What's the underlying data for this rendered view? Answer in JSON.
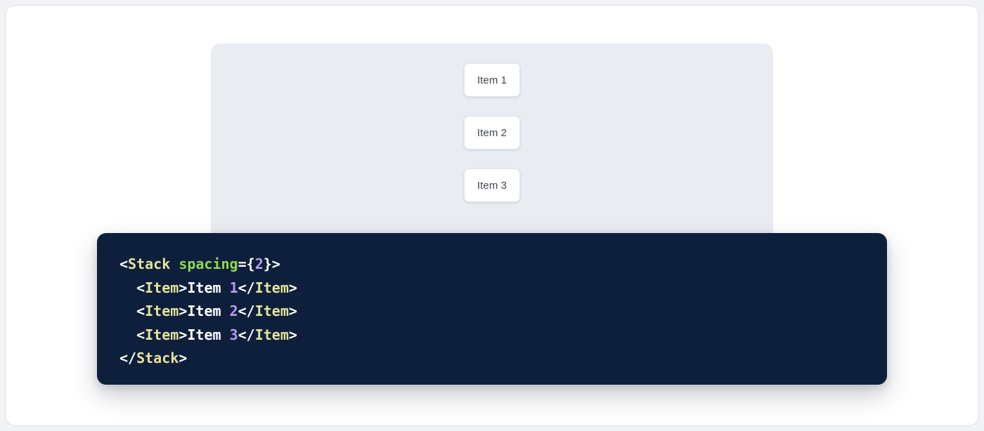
{
  "preview": {
    "panel_background": "#e9ecf1",
    "stack": {
      "component": "Stack",
      "spacing": 2,
      "items": [
        {
          "label": "Item 1"
        },
        {
          "label": "Item 2"
        },
        {
          "label": "Item 3"
        }
      ]
    }
  },
  "code": {
    "language": "jsx",
    "background": "#0e1f3c",
    "colors": {
      "punctuation": "#ffffff",
      "tag": "#e6e39b",
      "attribute": "#91d94e",
      "number": "#b49df0",
      "text": "#ffffff"
    },
    "lines": [
      {
        "id": "line-1",
        "tokens": [
          {
            "t": "<",
            "k": "punct"
          },
          {
            "t": "Stack",
            "k": "tag"
          },
          {
            "t": " ",
            "k": "punct"
          },
          {
            "t": "spacing",
            "k": "attr"
          },
          {
            "t": "=",
            "k": "punct"
          },
          {
            "t": "{",
            "k": "punct"
          },
          {
            "t": "2",
            "k": "num"
          },
          {
            "t": "}",
            "k": "punct"
          },
          {
            "t": ">",
            "k": "punct"
          }
        ]
      },
      {
        "id": "line-2",
        "tokens": [
          {
            "t": "  ",
            "k": "punct"
          },
          {
            "t": "<",
            "k": "punct"
          },
          {
            "t": "Item",
            "k": "tag"
          },
          {
            "t": ">",
            "k": "punct"
          },
          {
            "t": "Item ",
            "k": "text"
          },
          {
            "t": "1",
            "k": "num"
          },
          {
            "t": "</",
            "k": "punct"
          },
          {
            "t": "Item",
            "k": "tag"
          },
          {
            "t": ">",
            "k": "punct"
          }
        ]
      },
      {
        "id": "line-3",
        "tokens": [
          {
            "t": "  ",
            "k": "punct"
          },
          {
            "t": "<",
            "k": "punct"
          },
          {
            "t": "Item",
            "k": "tag"
          },
          {
            "t": ">",
            "k": "punct"
          },
          {
            "t": "Item ",
            "k": "text"
          },
          {
            "t": "2",
            "k": "num"
          },
          {
            "t": "</",
            "k": "punct"
          },
          {
            "t": "Item",
            "k": "tag"
          },
          {
            "t": ">",
            "k": "punct"
          }
        ]
      },
      {
        "id": "line-4",
        "tokens": [
          {
            "t": "  ",
            "k": "punct"
          },
          {
            "t": "<",
            "k": "punct"
          },
          {
            "t": "Item",
            "k": "tag"
          },
          {
            "t": ">",
            "k": "punct"
          },
          {
            "t": "Item ",
            "k": "text"
          },
          {
            "t": "3",
            "k": "num"
          },
          {
            "t": "</",
            "k": "punct"
          },
          {
            "t": "Item",
            "k": "tag"
          },
          {
            "t": ">",
            "k": "punct"
          }
        ]
      },
      {
        "id": "line-5",
        "tokens": [
          {
            "t": "</",
            "k": "punct"
          },
          {
            "t": "Stack",
            "k": "tag"
          },
          {
            "t": ">",
            "k": "punct"
          }
        ]
      }
    ]
  }
}
